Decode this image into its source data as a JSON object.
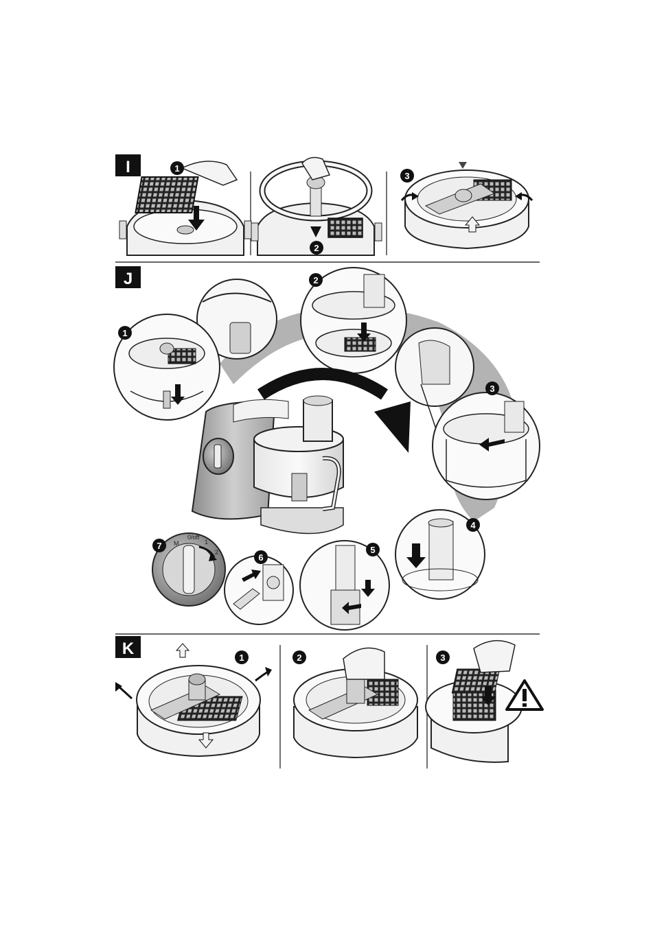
{
  "sections": [
    {
      "letter": "I",
      "steps": [
        "1",
        "2",
        "3"
      ]
    },
    {
      "letter": "J",
      "steps": [
        "1",
        "2",
        "3",
        "4",
        "5",
        "6",
        "7"
      ]
    },
    {
      "letter": "K",
      "steps": [
        "1",
        "2",
        "3"
      ]
    }
  ],
  "dial": {
    "marks": [
      "M",
      "0/off",
      "1",
      "2"
    ]
  },
  "colors": {
    "ink": "#1a1a1a",
    "panel_gray": "#d9d9d9",
    "shadow": "#8a8a8a",
    "white": "#ffffff"
  }
}
